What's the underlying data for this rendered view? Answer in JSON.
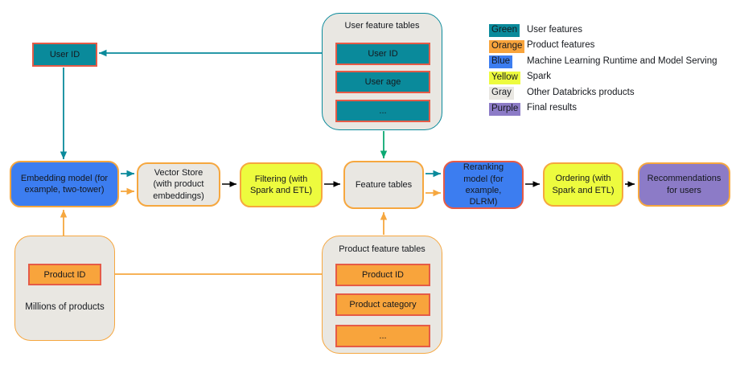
{
  "legend": {
    "items": [
      {
        "chip": "Green",
        "label": "User features",
        "color": "#0a8a9b"
      },
      {
        "chip": "Orange",
        "label": "Product features",
        "color": "#f8a43c"
      },
      {
        "chip": "Blue",
        "label": "Machine Learning Runtime and Model Serving",
        "color": "#3c7df0"
      },
      {
        "chip": "Yellow",
        "label": "Spark",
        "color": "#edfb3e"
      },
      {
        "chip": "Gray",
        "label": "Other Databricks products",
        "color": "#e9e7e2"
      },
      {
        "chip": "Purple",
        "label": "Final results",
        "color": "#8c7bc7"
      }
    ]
  },
  "nodes": {
    "user_id_source": "User ID",
    "user_feature_tables": {
      "title": "User feature tables",
      "rows": [
        "User ID",
        "User age",
        "..."
      ]
    },
    "embedding_model": "Embedding model (for example, two-tower)",
    "vector_store": "Vector Store (with product embeddings)",
    "filtering": "Filtering (with Spark and ETL)",
    "feature_tables": "Feature tables",
    "reranking_model": "Reranking model (for example, DLRM)",
    "ordering": "Ordering (with Spark and ETL)",
    "recommendations": "Recommendations for users",
    "millions_of_products": {
      "caption": "Millions of products",
      "rows": [
        "Product ID"
      ]
    },
    "product_feature_tables": {
      "title": "Product feature tables",
      "rows": [
        "Product ID",
        "Product category",
        "..."
      ]
    }
  },
  "colors": {
    "teal": "#0a8a9b",
    "green_arrow": "#0ba972",
    "orange_fill": "#f8a43c",
    "orange_line": "#f6a73f",
    "red_border": "#e55b47",
    "blue": "#3c7df0",
    "yellow": "#edfb3e",
    "gray": "#e9e7e2",
    "purple": "#8c7bc7",
    "black_arrow": "#000000"
  }
}
